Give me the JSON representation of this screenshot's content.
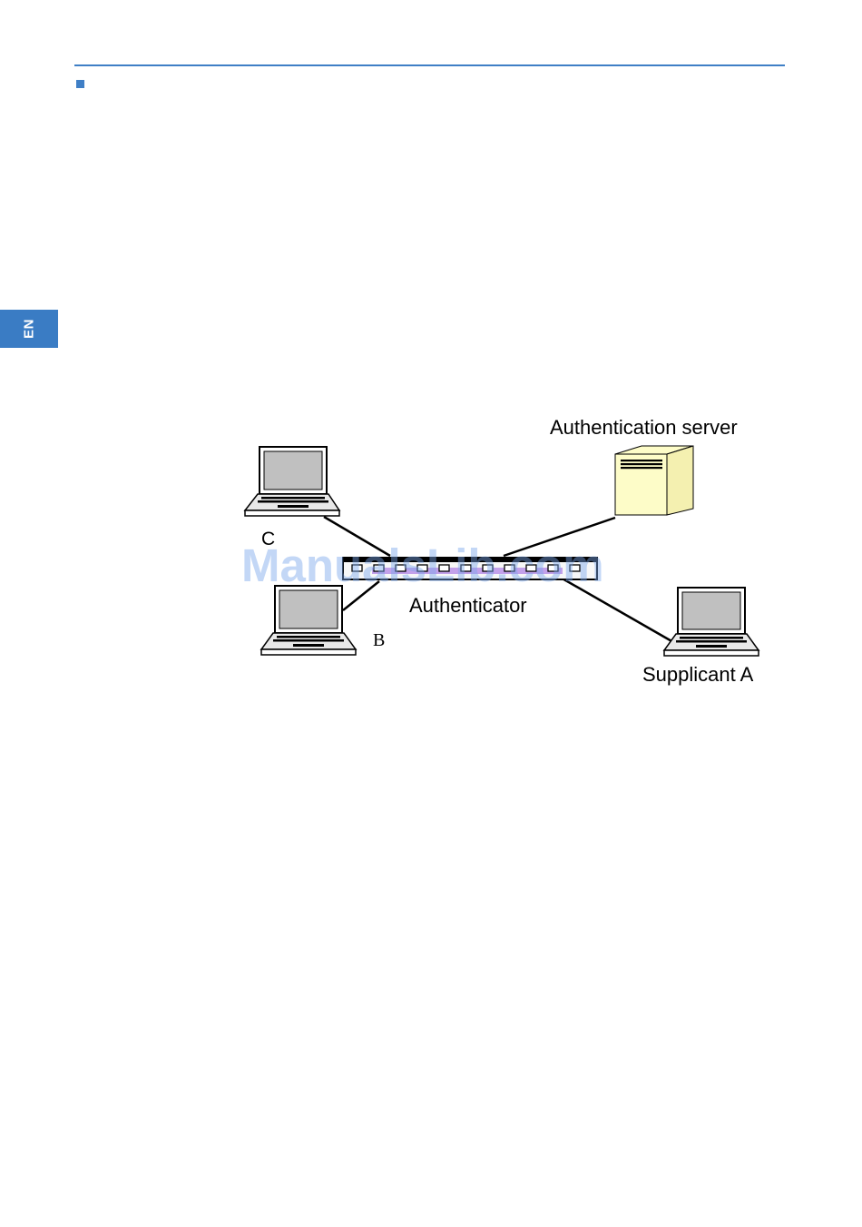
{
  "page": {
    "tab_label": "EN",
    "colors": {
      "accent": "#3f7fc6",
      "tab": "#3a7cc4",
      "server_fill": "#fdfcc8",
      "watermark": "#7aa7ea",
      "switch_highlight": "#b58be6"
    }
  },
  "diagram": {
    "labels": {
      "server": "Authentication server",
      "authenticator": "Authenticator",
      "client_c": "C",
      "client_b": "B",
      "supplicant_a": "Supplicant A"
    },
    "icons": {
      "server": "server-icon",
      "switch": "switch-icon",
      "laptop": "laptop-icon"
    }
  },
  "watermark": {
    "text": "ManualsLib.com"
  }
}
